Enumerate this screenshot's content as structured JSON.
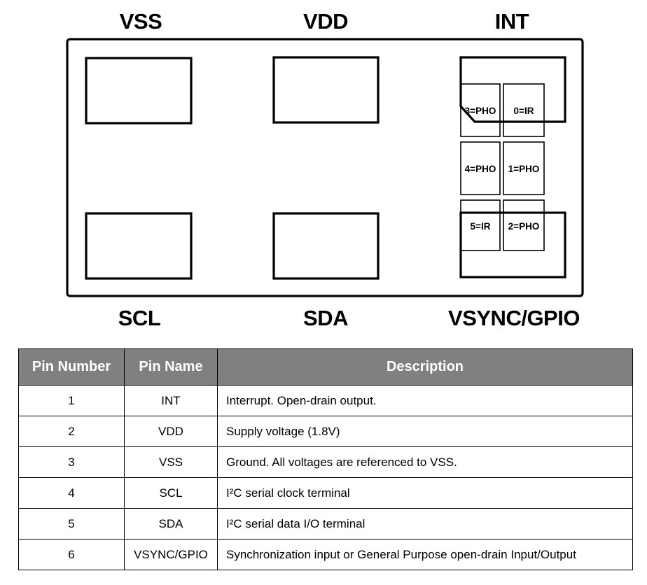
{
  "diagram": {
    "top_labels": [
      "VSS",
      "VDD",
      "INT"
    ],
    "bottom_labels": [
      "SCL",
      "SDA",
      "VSYNC/GPIO"
    ],
    "sensor_cells": [
      "3=PHO",
      "0=IR",
      "4=PHO",
      "1=PHO",
      "5=IR",
      "2=PHO"
    ]
  },
  "table": {
    "headers": [
      "Pin Number",
      "Pin Name",
      "Description"
    ],
    "rows": [
      {
        "number": "1",
        "name": "INT",
        "description": "Interrupt. Open-drain output."
      },
      {
        "number": "2",
        "name": "VDD",
        "description": "Supply voltage (1.8V)"
      },
      {
        "number": "3",
        "name": "VSS",
        "description": "Ground. All voltages are referenced to VSS."
      },
      {
        "number": "4",
        "name": "SCL",
        "description": "I²C serial clock terminal"
      },
      {
        "number": "5",
        "name": "SDA",
        "description": "I²C serial data I/O terminal"
      },
      {
        "number": "6",
        "name": "VSYNC/GPIO",
        "description": "Synchronization input or General Purpose open-drain Input/Output"
      }
    ]
  },
  "colors": {
    "table_header_bg": "#808080",
    "table_header_text": "#ffffff",
    "line": "#000000",
    "background": "#ffffff"
  }
}
